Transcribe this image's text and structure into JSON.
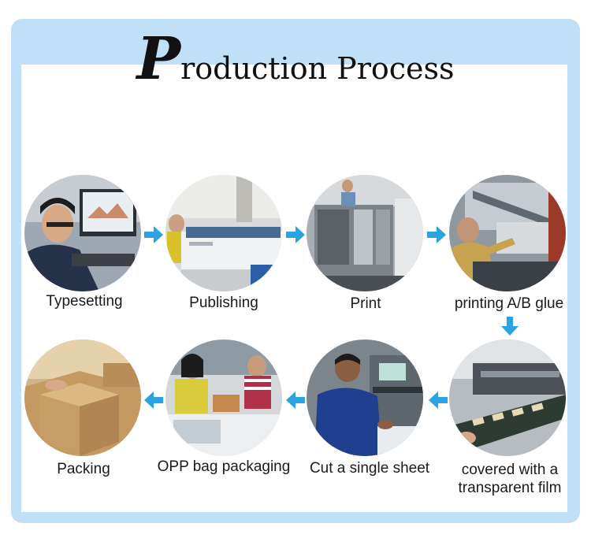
{
  "title": {
    "first_letter": "P",
    "rest": "roduction Process"
  },
  "colors": {
    "frame": "#bfe0f6",
    "arrow": "#2aa3e0",
    "panel": "#ffffff"
  },
  "steps": [
    {
      "label": "Typesetting",
      "icon": "typesetting-photo"
    },
    {
      "label": "Publishing",
      "icon": "publishing-photo"
    },
    {
      "label": "Print",
      "icon": "print-photo"
    },
    {
      "label": "printing A/B glue",
      "icon": "glue-printing-photo"
    },
    {
      "label_lines": [
        "covered with a",
        "transparent film"
      ],
      "icon": "film-covering-photo"
    },
    {
      "label": "Cut a single sheet",
      "icon": "cutting-photo"
    },
    {
      "label": "OPP bag packaging",
      "icon": "bag-packaging-photo"
    },
    {
      "label": "Packing",
      "icon": "packing-photo"
    }
  ]
}
